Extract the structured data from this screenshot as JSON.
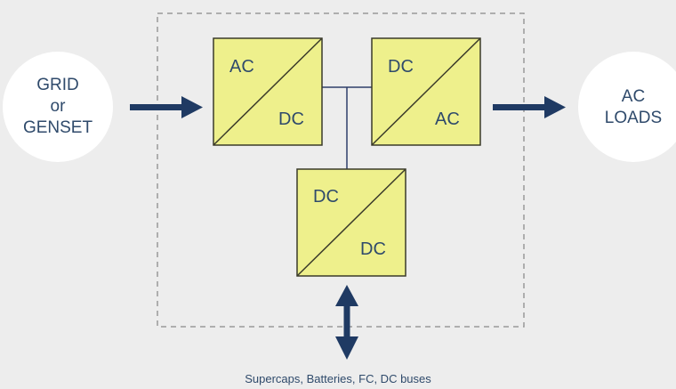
{
  "source": {
    "lines": [
      "GRID",
      "or",
      "GENSET"
    ]
  },
  "load": {
    "lines": [
      "AC",
      "LOADS"
    ]
  },
  "converters": {
    "ac_dc": {
      "top": "AC",
      "bottom": "DC"
    },
    "dc_ac": {
      "top": "DC",
      "bottom": "AC"
    },
    "dc_dc": {
      "top": "DC",
      "bottom": "DC"
    }
  },
  "caption": "Supercaps, Batteries, FC, DC buses",
  "colors": {
    "background": "#ededed",
    "circle": "#ffffff",
    "converter_fill": "#eef08c",
    "converter_stroke": "#3a3a2a",
    "arrow": "#1f3a63",
    "dashed_border": "#9a9a9a",
    "text": "#2f4a6b"
  }
}
